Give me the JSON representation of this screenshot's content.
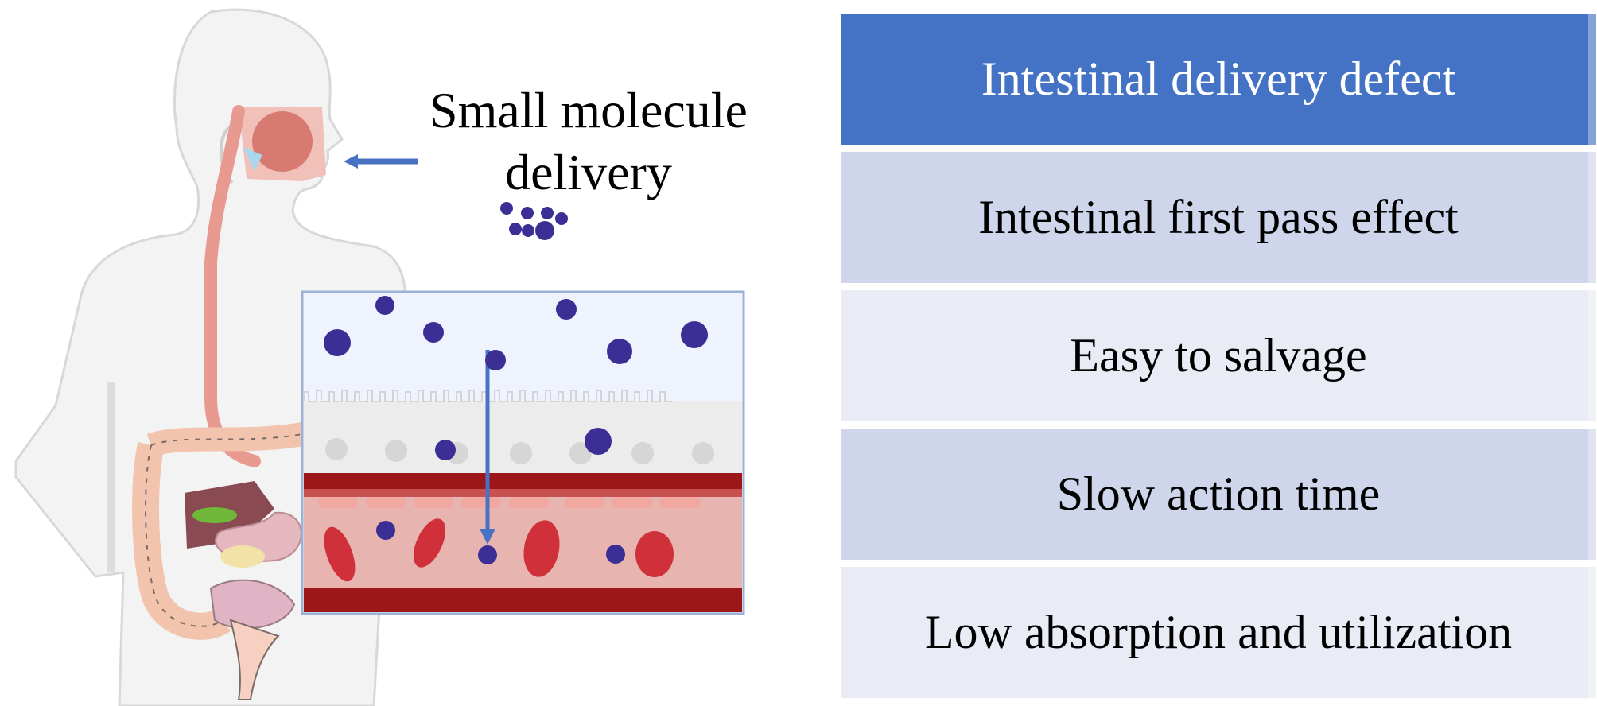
{
  "figure": {
    "caption_lines": [
      "Small molecule",
      "delivery"
    ],
    "illustration": {
      "subject": "human-body-digestive-tract",
      "inset": "intestinal-epithelium-to-blood-vessel",
      "colors": {
        "molecule": "#3b2f96",
        "arrow": "#4a72c4",
        "esophagus": "#e89a90",
        "blood": "#9c1818",
        "red_cell": "#d0303a",
        "lumen": "#eef3fd",
        "epithelium": "#ececec"
      }
    }
  },
  "table": {
    "header": "Intestinal delivery defect",
    "rows": [
      "Intestinal first pass effect",
      "Easy to salvage",
      "Slow action time",
      "Low absorption and utilization"
    ],
    "colors": {
      "header_bg": "#4472c4",
      "row_dark": "#cfd5ea",
      "row_light": "#e9ebf5",
      "header_text": "#ffffff"
    }
  }
}
